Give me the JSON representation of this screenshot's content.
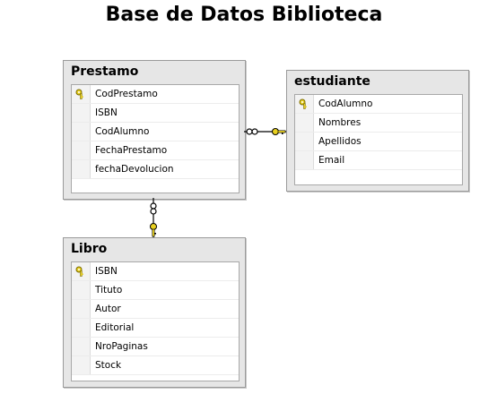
{
  "title": "Base de Datos Biblioteca",
  "tables": {
    "prestamo": {
      "name": "Prestamo",
      "columns": [
        "CodPrestamo",
        "ISBN",
        "CodAlumno",
        "FechaPrestamo",
        "fechaDevolucion"
      ],
      "primary_key": "CodPrestamo"
    },
    "estudiante": {
      "name": "estudiante",
      "columns": [
        "CodAlumno",
        "Nombres",
        "Apellidos",
        "Email"
      ],
      "primary_key": "CodAlumno"
    },
    "libro": {
      "name": "Libro",
      "columns": [
        "ISBN",
        "Tituto",
        "Autor",
        "Editorial",
        "NroPaginas",
        "Stock"
      ],
      "primary_key": "ISBN"
    }
  },
  "relationships": [
    {
      "from": "Prestamo",
      "to": "estudiante",
      "from_end": "infinity",
      "to_end": "key"
    },
    {
      "from": "Prestamo",
      "to": "Libro",
      "from_end": "infinity",
      "to_end": "key"
    }
  ],
  "colors": {
    "key": "#e8d020",
    "connector": "#000000",
    "panel": "#e6e6e6"
  }
}
